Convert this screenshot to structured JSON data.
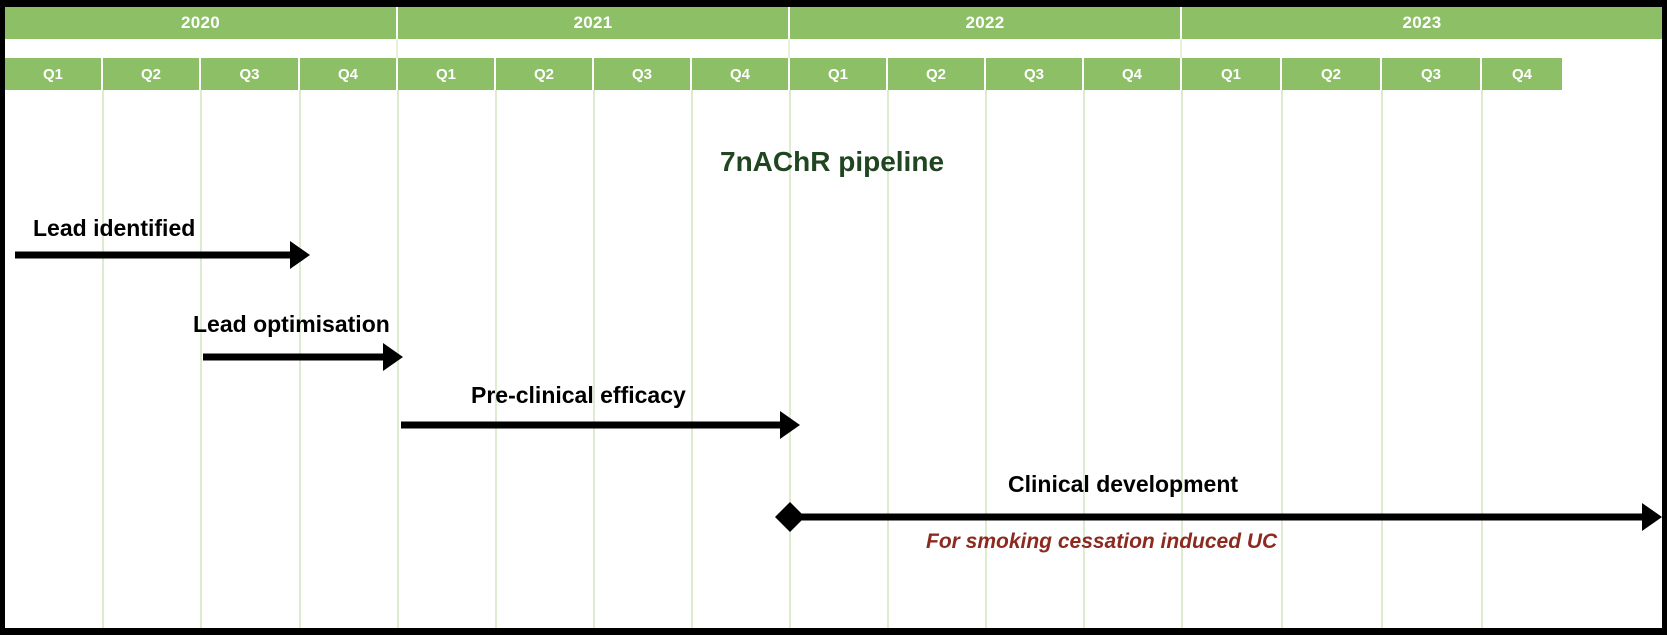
{
  "chart": {
    "title": "7nAChR pipeline",
    "title_color": "#1F4620",
    "header_color": "#8DBF67",
    "gridline_color": "#DDEBCF",
    "note_color": "#8C2A20",
    "bar_color": "#000000"
  },
  "timeline": {
    "years": [
      {
        "label": "2020",
        "quarters": [
          "Q1",
          "Q2",
          "Q3",
          "Q4"
        ]
      },
      {
        "label": "2021",
        "quarters": [
          "Q1",
          "Q2",
          "Q3",
          "Q4"
        ]
      },
      {
        "label": "2022",
        "quarters": [
          "Q1",
          "Q2",
          "Q3",
          "Q4"
        ]
      },
      {
        "label": "2023",
        "quarters": [
          "Q1",
          "Q2",
          "Q3",
          "Q4"
        ]
      }
    ]
  },
  "tasks": [
    {
      "label": "Lead identified",
      "start": "2020-Q1",
      "end": "2020-Q4",
      "marker": "arrow",
      "note": ""
    },
    {
      "label": "Lead optimisation",
      "start": "2020-Q3",
      "end": "2021-Q1",
      "marker": "arrow",
      "note": ""
    },
    {
      "label": "Pre-clinical efficacy",
      "start": "2021-Q1",
      "end": "2022-Q1",
      "marker": "arrow",
      "note": ""
    },
    {
      "label": "Clinical development",
      "start": "2022-Q1",
      "end": "2023-Q4",
      "marker": "diamond-arrow",
      "note": "For smoking cessation induced UC"
    }
  ]
}
